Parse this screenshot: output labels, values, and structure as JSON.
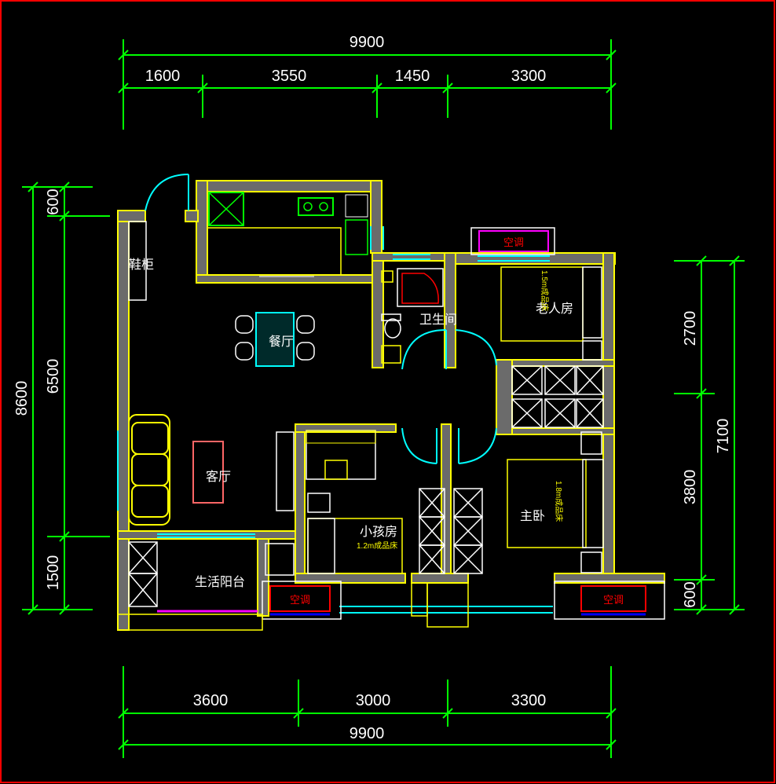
{
  "colors": {
    "background": "#000000",
    "border": "#ff0000",
    "wall": "#ffff00",
    "dimension": "#00ff00",
    "window": "#00ffff",
    "furniture": "#ffffff",
    "appliance": "#00ff00",
    "sofa": "#ffff00",
    "table": "#00ffff",
    "coffee_table": "#ff6666",
    "ac_unit": "#ff0000",
    "railing": "#ff00ff"
  },
  "dimensions": {
    "top_total": "9900",
    "top_segments": [
      "1600",
      "3550",
      "1450",
      "3300"
    ],
    "bottom_segments": [
      "3600",
      "3000",
      "3300"
    ],
    "bottom_total": "9900",
    "left_total": "8600",
    "left_segments": [
      "600",
      "6500",
      "1500"
    ],
    "right_total": "7100",
    "right_segments": [
      "2700",
      "3800",
      "600"
    ]
  },
  "rooms": {
    "shoe_cabinet": "鞋柜",
    "dining": "餐厅",
    "bathroom": "卫生间",
    "guest_bedroom": "老人房",
    "living": "客厅",
    "child_room": "小孩房",
    "child_bed": "1.2m成品床",
    "master_bedroom": "主卧",
    "master_bed": "1.8m成品床",
    "guest_bed": "1.5m成品床",
    "balcony": "生活阳台"
  },
  "ac_label": "空调"
}
